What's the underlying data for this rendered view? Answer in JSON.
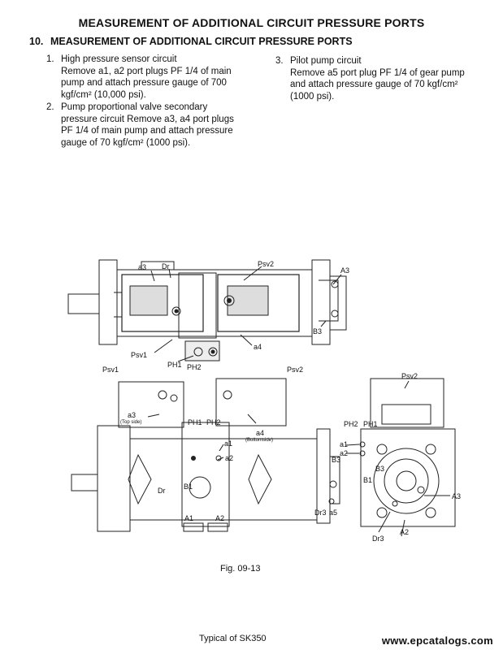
{
  "page": {
    "title": "MEASUREMENT OF ADDITIONAL CIRCUIT PRESSURE PORTS",
    "section_number": "10.",
    "section_title": "MEASUREMENT OF ADDITIONAL CIRCUIT PRESSURE PORTS"
  },
  "items": [
    {
      "num": "1.",
      "lines": [
        "High pressure sensor circuit",
        "Remove a1, a2 port plugs PF 1/4 of main",
        "pump and attach pressure gauge of 700",
        "kgf/cm² (10,000 psi)."
      ]
    },
    {
      "num": "2.",
      "lines": [
        "Pump proportional valve secondary",
        "pressure circuit Remove a3, a4 port plugs",
        "PF 1/4 of main pump and attach pressure",
        "gauge of  70 kgf/cm² (1000 psi)."
      ]
    },
    {
      "num": "3.",
      "lines": [
        "Pilot pump circuit",
        "Remove a5 port plug PF 1/4 of gear pump",
        "and attach pressure gauge of 70 kgf/cm²",
        "(1000 psi)."
      ]
    }
  ],
  "diagram_labels": {
    "top_a3": "a3",
    "top_dr": "Dr",
    "top_psv2": "Psv2",
    "top_A3": "A3",
    "top_B3": "B3",
    "top_a4": "a4",
    "top_psv1": "Psv1",
    "top_ph1": "PH1",
    "top_ph2": "PH2",
    "mid_psv1": "Psv1",
    "mid_psv2": "Psv2",
    "a3_front": "a3",
    "top_side": "(Top side)",
    "ph1_front": "PH1",
    "ph2_front": "PH2",
    "a4_front": "a4",
    "bottom_side": "(Bottomside)",
    "a1_front": "a1",
    "a2_front": "a2",
    "b3_front": "B3",
    "dr_front": "Dr",
    "b1_front": "B1",
    "a1_bottom": "A1",
    "a2_bottom": "A2",
    "dr3_front": "Dr3",
    "a5_front": "a5",
    "side_psv2": "Psv2",
    "side_ph2": "PH2",
    "side_ph1": "PH1",
    "side_a1": "a1",
    "side_a2": "a2",
    "side_b3": "B3",
    "side_b1": "B1",
    "side_A3": "A3",
    "side_dr3": "Dr3",
    "side_A2": "A2"
  },
  "figure_caption": "Fig. 09-13",
  "footer_caption": "Typical of SK350",
  "watermark": "www.epcatalogs.com"
}
